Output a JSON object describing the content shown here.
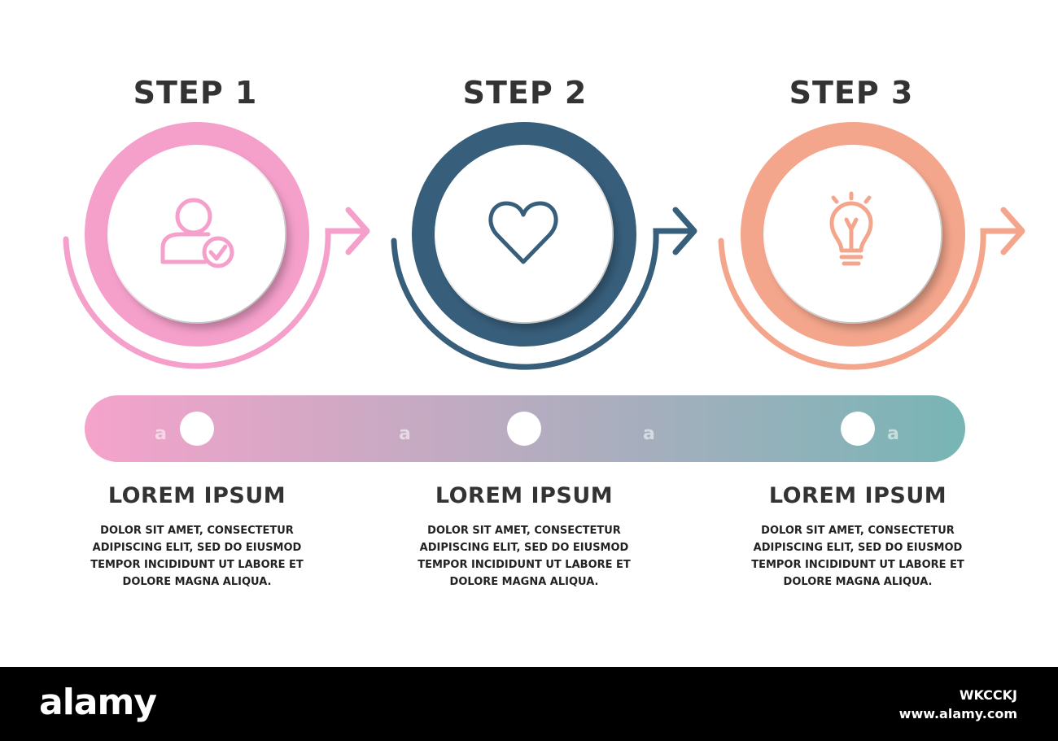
{
  "colors": {
    "step1": "#f59fcb",
    "step2": "#375e7b",
    "step3": "#f4a68c",
    "track_start": "#f5a3cb",
    "track_end": "#78b5b5"
  },
  "steps": [
    {
      "title": "STEP 1",
      "icon": "user-check-icon",
      "heading": "LOREM IPSUM",
      "lines": [
        "DOLOR SIT AMET, CONSECTETUR",
        "ADIPISCING ELIT, SED DO EIUSMOD",
        "TEMPOR INCIDIDUNT UT LABORE ET",
        "DOLORE MAGNA ALIQUA."
      ]
    },
    {
      "title": "STEP 2",
      "icon": "heart-icon",
      "heading": "LOREM IPSUM",
      "lines": [
        "DOLOR SIT AMET, CONSECTETUR",
        "ADIPISCING ELIT, SED DO EIUSMOD",
        "TEMPOR INCIDIDUNT UT LABORE ET",
        "DOLORE MAGNA ALIQUA."
      ]
    },
    {
      "title": "STEP 3",
      "icon": "lightbulb-icon",
      "heading": "LOREM IPSUM",
      "lines": [
        "DOLOR SIT AMET, CONSECTETUR",
        "ADIPISCING ELIT, SED DO EIUSMOD",
        "TEMPOR INCIDIDUNT UT LABORE ET",
        "DOLORE MAGNA ALIQUA."
      ]
    }
  ],
  "watermark": {
    "logo": "alamy",
    "image_id": "WKCCKJ",
    "site": "www.alamy.com"
  }
}
